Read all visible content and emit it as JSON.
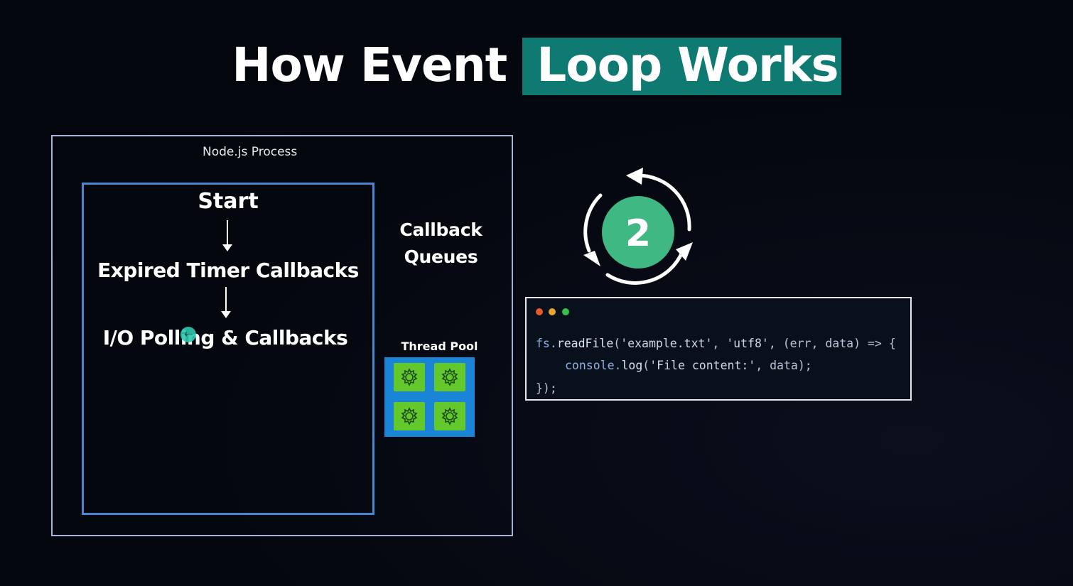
{
  "title": {
    "part1": "How Event",
    "part2": "Loop Works"
  },
  "process": {
    "label": "Node.js Process",
    "steps": [
      "Start",
      "Expired Timer Callbacks",
      "I/O Polling & Callbacks"
    ]
  },
  "callback_queues": {
    "line1": "Callback",
    "line2": "Queues"
  },
  "thread_pool": {
    "label": "Thread Pool",
    "icon": "gear-icon",
    "workers": 4
  },
  "loop_badge": {
    "number": "2"
  },
  "code_window": {
    "buttons": [
      "close",
      "minimize",
      "maximize"
    ],
    "line1": {
      "obj": "fs.",
      "fn": "readFile",
      "args": "(",
      "s1": "'example.txt'",
      "c1": ", ",
      "s2": "'utf8'",
      "rest": ", (err, data) => {"
    },
    "line2": {
      "obj": "console.",
      "fn": "log",
      "open": "(",
      "s1": "'File content:'",
      "rest": ", data);"
    },
    "line3": "});"
  },
  "colors": {
    "accent": "#0e7a72",
    "badge": "#3fb883",
    "pool": "#1a84d6",
    "gear": "#62c82c",
    "inner_border": "#4a86d0"
  }
}
